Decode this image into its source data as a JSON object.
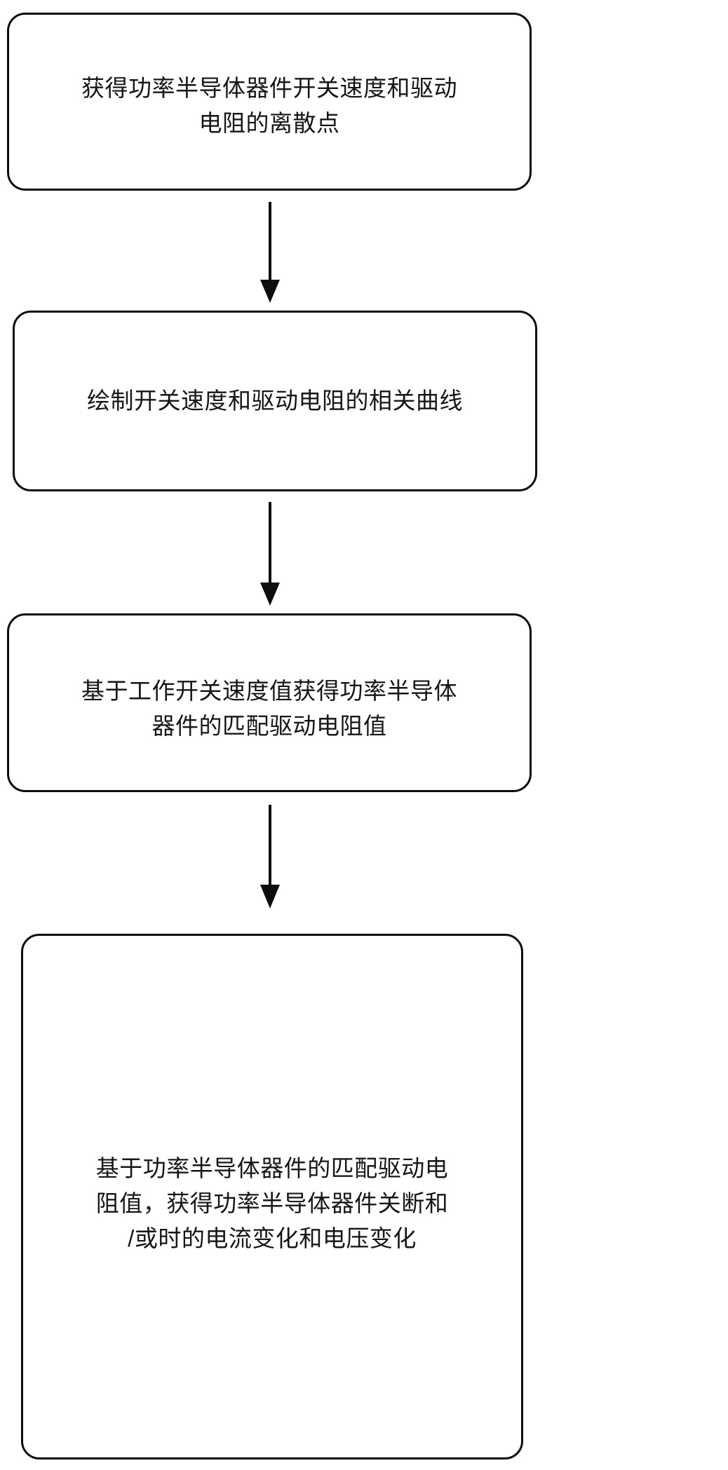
{
  "diagram": {
    "type": "flowchart",
    "orientation": "vertical",
    "title": "",
    "node_shape": "rounded-rectangle",
    "colors": {
      "stroke": "#0d0d0d",
      "fill": "#ffffff",
      "text": "#161616",
      "background": "#ffffff"
    },
    "nodes": [
      {
        "id": "step-1",
        "text": "获得功率半导体器件开关速度和驱动\n电阻的离散点"
      },
      {
        "id": "step-2",
        "text": "绘制开关速度和驱动电阻的相关曲线"
      },
      {
        "id": "step-3",
        "text": "基于工作开关速度值获得功率半导体\n器件的匹配驱动电阻值"
      },
      {
        "id": "step-4",
        "text": "基于功率半导体器件的匹配驱动电\n阻值，获得功率半导体器件关断和\n/或时的电流变化和电压变化"
      }
    ],
    "edges": [
      {
        "id": "edge-1-2",
        "from": "step-1",
        "to": "step-2",
        "label": "",
        "arrow": "down"
      },
      {
        "id": "edge-2-3",
        "from": "step-2",
        "to": "step-3",
        "label": "",
        "arrow": "down"
      },
      {
        "id": "edge-3-4",
        "from": "step-3",
        "to": "step-4",
        "label": "",
        "arrow": "down"
      }
    ]
  }
}
